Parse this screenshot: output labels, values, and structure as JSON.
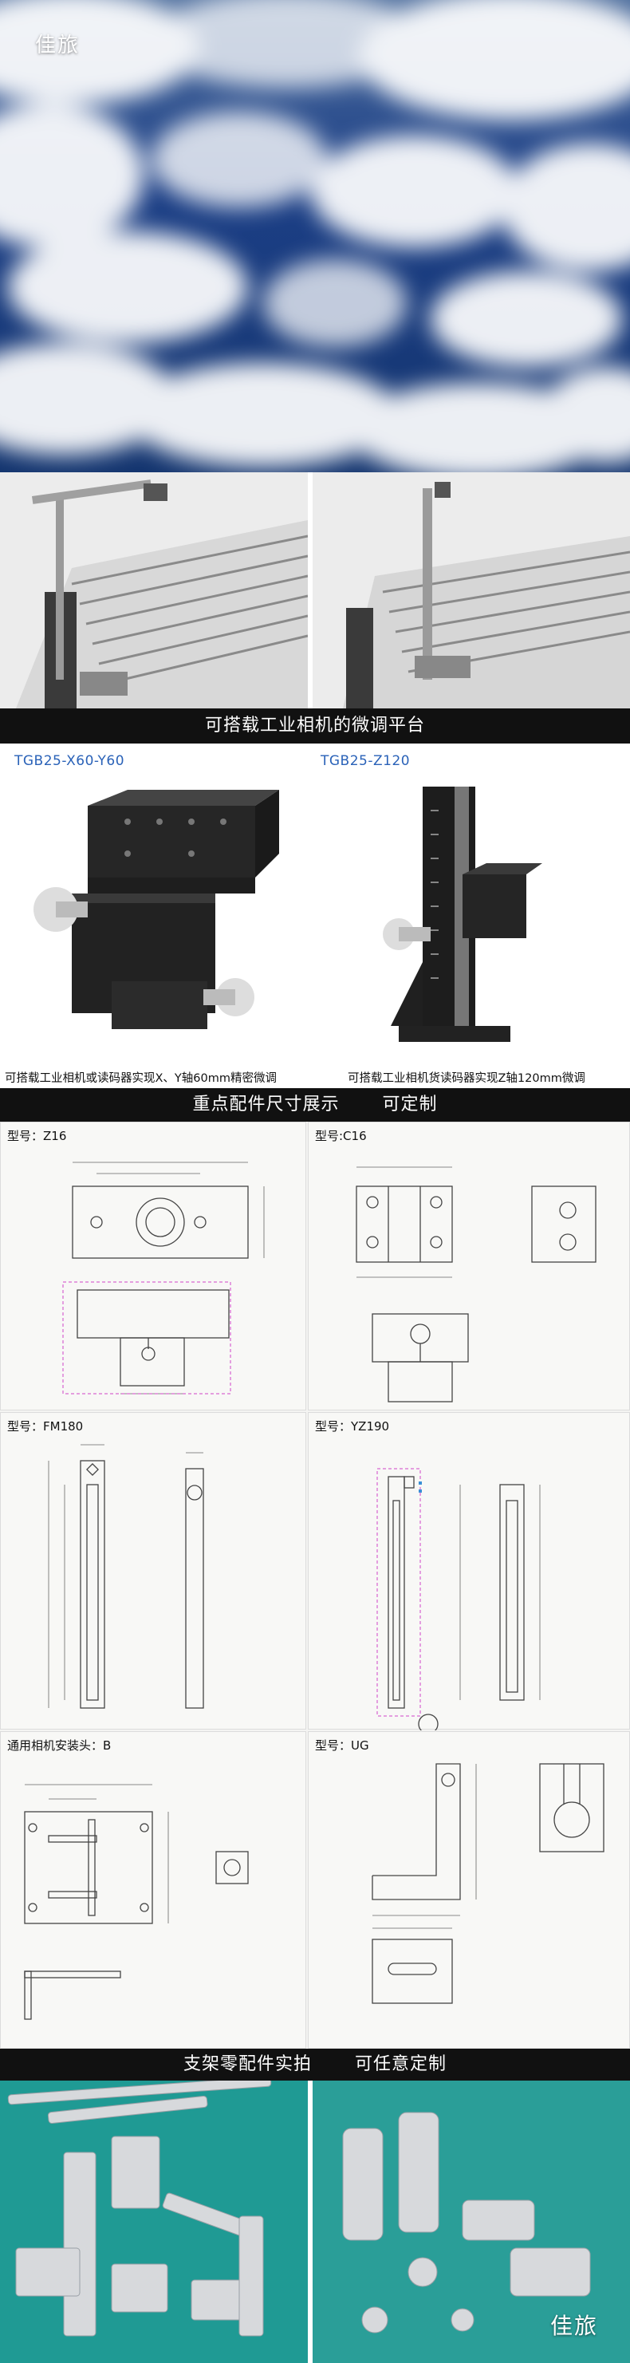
{
  "brand": "佳旅",
  "banner_1": "可搭载工业相机的微调平台",
  "products": [
    {
      "model": "TGB25-X60-Y60",
      "caption": "可搭载工业相机或读码器实现X、Y轴60mm精密微调"
    },
    {
      "model": "TGB25-Z120",
      "caption": "可搭载工业相机货读码器实现Z轴120mm微调"
    }
  ],
  "banner_2": {
    "left": "重点配件尺寸展示",
    "right": "可定制"
  },
  "drawings": [
    {
      "label": "型号：Z16"
    },
    {
      "label": "型号:C16"
    },
    {
      "label": "型号：FM180"
    },
    {
      "label": "型号：YZ190"
    },
    {
      "label": "通用相机安装头：B"
    },
    {
      "label": "型号：UG"
    }
  ],
  "banner_3": {
    "left": "支架零配件实拍",
    "right": "可任意定制"
  },
  "photo_brand": "佳旅",
  "colors": {
    "sky_dark": "#1a3f86",
    "bar": "#111111",
    "model_blue": "#2a62b8",
    "photo_bg": "#1f9a94"
  }
}
